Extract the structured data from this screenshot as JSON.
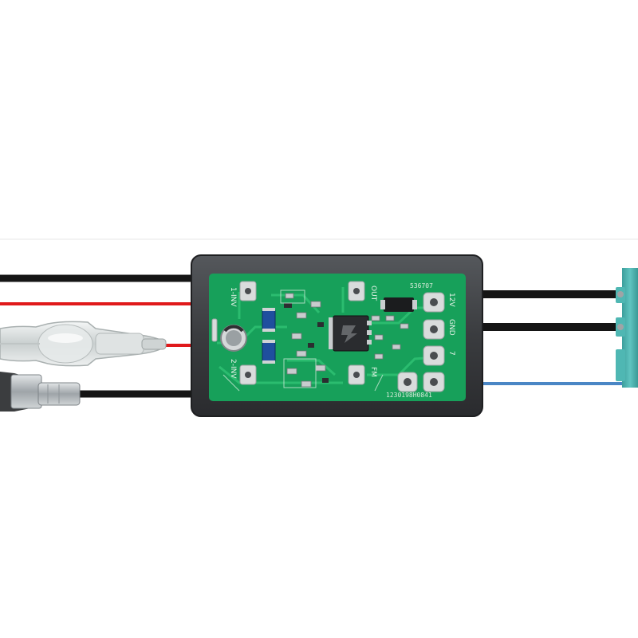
{
  "colors": {
    "background": "#ffffff",
    "wire_black": "#151515",
    "wire_red": "#e0191b",
    "wire_blue": "#4a86c5",
    "housing": "#3a3c3f",
    "housing_edge": "#1e1f21",
    "pcb_green": "#17a05a",
    "pad_silver": "#d9dcdc",
    "connector_teal": "#4fb7b3"
  },
  "pcb": {
    "part_number": "536707",
    "serial": "1230198H0841",
    "label_in1": "1-INV",
    "label_in2": "2-INV",
    "label_out": "OUT",
    "label_12v": "12V",
    "label_gnd": "GND",
    "label_fm": "FM",
    "label_pin7": "7"
  },
  "icons": {
    "fuse": "inline-fuse-icon",
    "plug": "din-plug-icon",
    "connector": "fakra-connector-icon",
    "chip": "ic-chip-icon",
    "capacitor": "capacitor-icon"
  }
}
